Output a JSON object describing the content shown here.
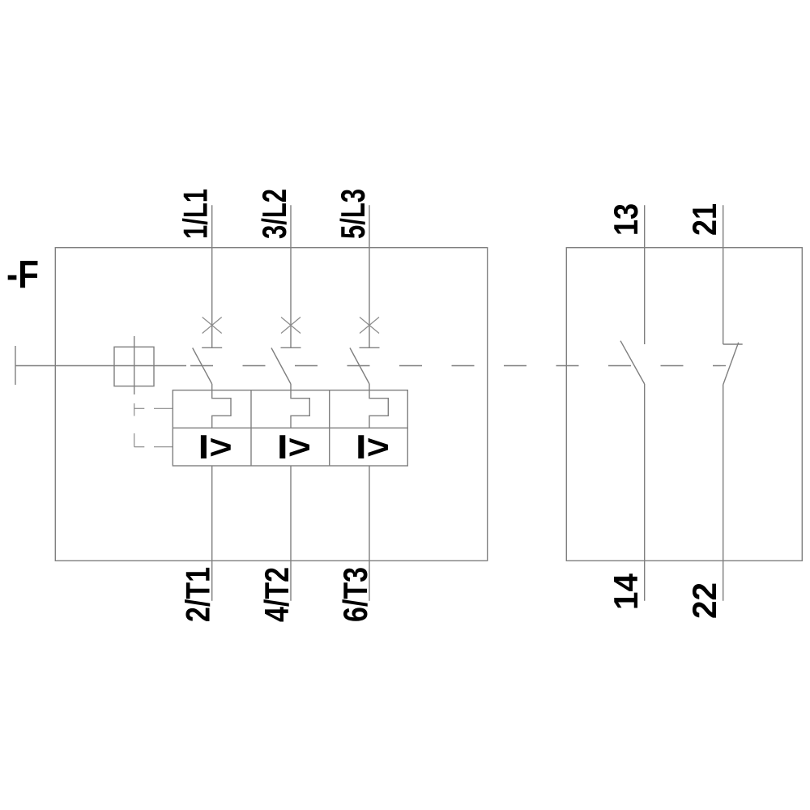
{
  "device": {
    "designation": "-F"
  },
  "main_breaker": {
    "poles": [
      {
        "top_terminal": "1/L1",
        "bottom_terminal": "2/T1",
        "overcurrent_symbol": "I>"
      },
      {
        "top_terminal": "3/L2",
        "bottom_terminal": "4/T2",
        "overcurrent_symbol": "I>"
      },
      {
        "top_terminal": "5/L3",
        "bottom_terminal": "6/T3",
        "overcurrent_symbol": "I>"
      }
    ]
  },
  "aux_contacts": {
    "no_contact": {
      "top_terminal": "13",
      "bottom_terminal": "14"
    },
    "nc_contact": {
      "top_terminal": "21",
      "bottom_terminal": "22"
    }
  },
  "colors": {
    "line": "#7f7f7f",
    "text": "#000000",
    "background": "#ffffff"
  }
}
